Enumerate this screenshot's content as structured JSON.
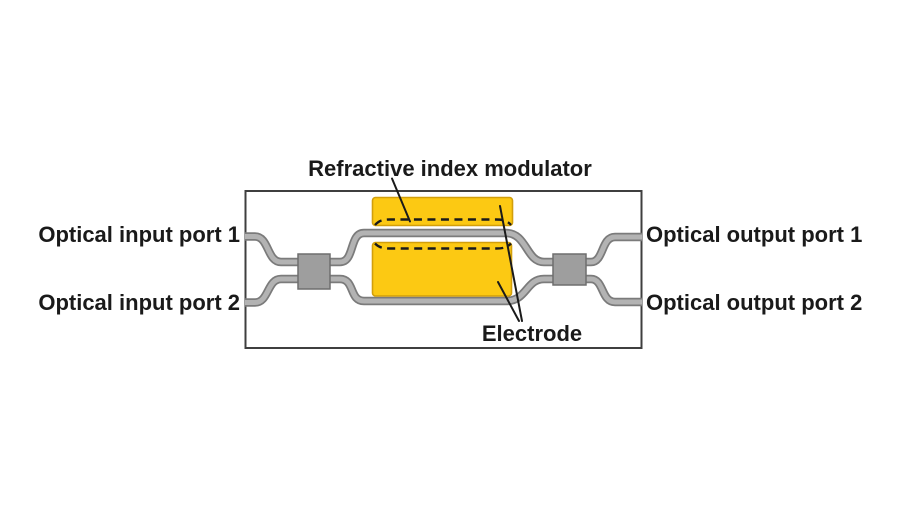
{
  "diagram": {
    "title": "Refractive index modulator",
    "labels": {
      "input_port_1": "Optical input port 1",
      "input_port_2": "Optical input port 2",
      "output_port_1": "Optical output port 1",
      "output_port_2": "Optical output port 2",
      "electrode": "Electrode"
    }
  },
  "colors": {
    "background": "#FFFFFF",
    "text": "#1A1A1A",
    "chip_border": "#3F3F3F",
    "waveguide_border": "#7B7B7B",
    "waveguide_fill": "#B3B3B3",
    "coupler_fill": "#9E9E9E",
    "coupler_border": "#6E6E6E",
    "electrode_fill": "#FCC913",
    "electrode_border": "#D29F0B",
    "pointer_line": "#1A1A1A"
  }
}
